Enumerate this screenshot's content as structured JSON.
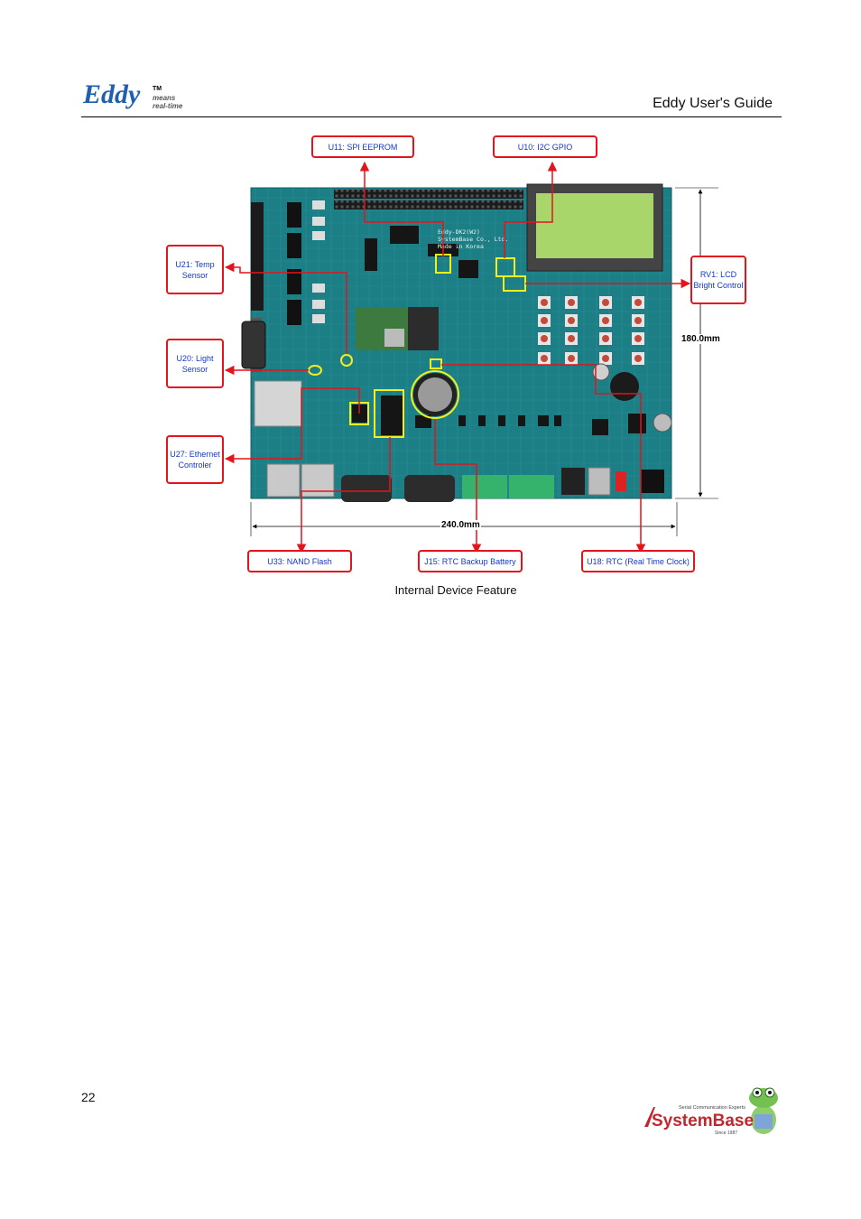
{
  "header": {
    "logo_text": "Eddy",
    "logo_tm": "TM",
    "logo_means": "means",
    "logo_realtime": "real-time",
    "title": "Eddy User's Guide"
  },
  "figure": {
    "caption": "Internal Device Feature",
    "callouts": {
      "u11": "U11: SPI EEPROM",
      "u10": "U10: I2C GPIO",
      "u21": "U21: Temp Sensor",
      "rv1": "RV1: LCD Bright Control",
      "u20": "U20: Light Sensor",
      "u27": "U27: Ethernet Controler",
      "u33": "U33: NAND Flash",
      "j15": "J15: RTC Backup Battery",
      "u18": "U18: RTC (Real Time Clock)"
    },
    "dimensions": {
      "height": "180.0mm",
      "width": "240.0mm"
    },
    "board_silkscreen": [
      "Eddy-DK2(W2)",
      "SystemBase Co., Ltd.",
      "Made in Korea"
    ]
  },
  "footer": {
    "page_number": "22",
    "brand": "SystemBase",
    "tagline": "Serial Communication Experts",
    "since": "Since 1987"
  },
  "colors": {
    "callout_border": "#e3141b",
    "callout_text": "#1338c8",
    "highlight": "#f4ef1a",
    "pcb": "#1d7f86",
    "logo_blue": "#1f5fb0"
  }
}
